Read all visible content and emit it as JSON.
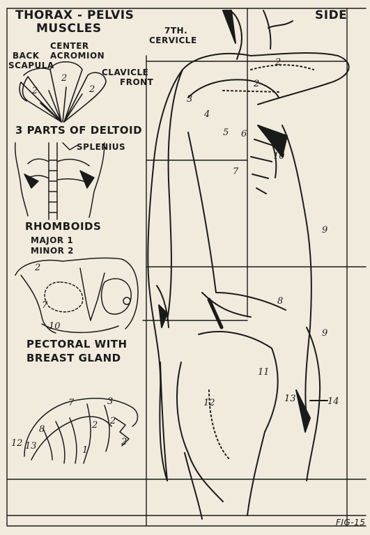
{
  "title_line1": "THORAX - PELVIS",
  "title_line2": "MUSCLES",
  "view_label": "SIDE",
  "deltoid": {
    "center": "CENTER",
    "acromion": "ACROMION",
    "back": "BACK",
    "scapula": "SCAPULA",
    "clavicle": "CLAVICLE",
    "front": "FRONT",
    "caption": "3 PARTS OF DELTOID",
    "numbers": [
      "2",
      "2",
      "2"
    ]
  },
  "cervical_line1": "7TH.",
  "cervical_line2": "CERVICLE",
  "splenius": "SPLENIUS",
  "rhomboids": {
    "title": "RHOMBOIDS",
    "major": "MAJOR 1",
    "minor": "MINOR 2"
  },
  "pectoral": {
    "line1": "PECTORAL WITH",
    "line2": "BREAST GLAND",
    "numbers": [
      "2",
      "7",
      "10"
    ]
  },
  "lower_sketch_numbers": [
    "7",
    "3",
    "8",
    "2",
    "2",
    "12",
    "13",
    "1",
    "2"
  ],
  "figure_numbers": [
    "2",
    "2",
    "3",
    "4",
    "5",
    "6",
    "7",
    "10",
    "9",
    "8",
    "9",
    "11",
    "12",
    "13",
    "14"
  ],
  "fig_label": "FIG-15"
}
